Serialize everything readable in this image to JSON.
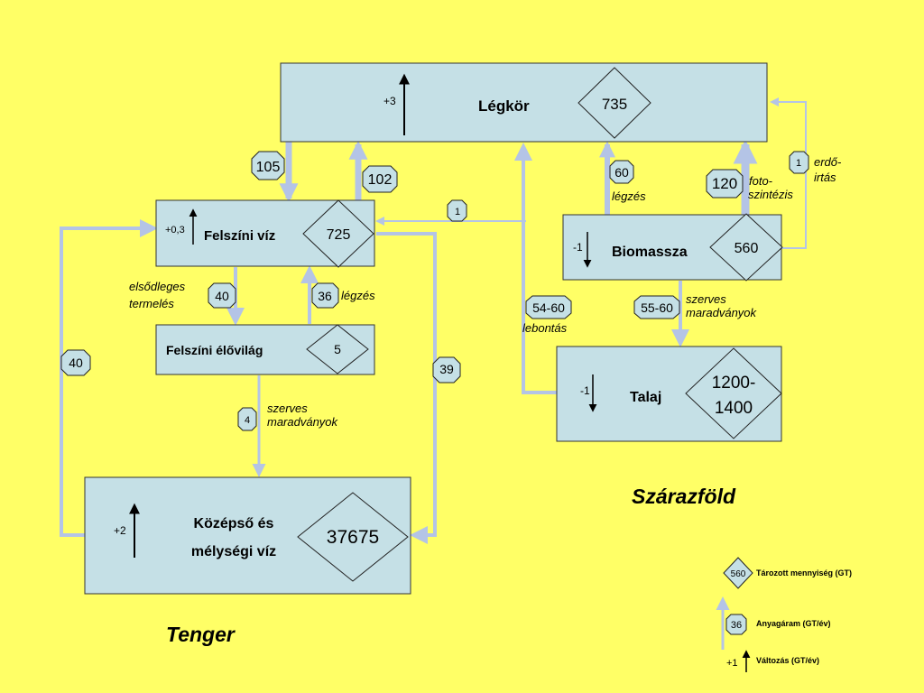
{
  "colors": {
    "background": "#ffff66",
    "box": "#c5e0e6",
    "flow": "#b4c4e6"
  },
  "boxes": {
    "atmosphere": {
      "label": "Légkör",
      "stock": "735",
      "change": "+3"
    },
    "surface_water": {
      "label": "Felszíni víz",
      "stock": "725",
      "change": "+0,3"
    },
    "surface_biota": {
      "label": "Felszíni élővilág",
      "stock": "5"
    },
    "deep_water": {
      "label_line1": "Középső és",
      "label_line2": "mélységi víz",
      "stock": "37675",
      "change": "+2"
    },
    "biomass": {
      "label": "Biomassza",
      "stock": "560",
      "change": "-1"
    },
    "soil": {
      "label": "Talaj",
      "stock_line1": "1200-",
      "stock_line2": "1400",
      "change": "-1"
    }
  },
  "flows": {
    "sw_to_atm": "105",
    "atm_to_sw": "102",
    "deforestation_to_sw": "1",
    "bio_resp": {
      "value": "60",
      "label": "légzés"
    },
    "photosynthesis": {
      "value": "120",
      "label_line1": "foto-",
      "label_line2": "szintézis"
    },
    "deforestation": {
      "value": "1",
      "label_line1": "erdő-",
      "label_line2": "irtás"
    },
    "primary_production": {
      "value": "40",
      "label_line1": "elsődleges",
      "label_line2": "termelés"
    },
    "biota_resp": {
      "value": "36",
      "label": "légzés"
    },
    "decomposition": {
      "value": "54-60",
      "label": "lebontás"
    },
    "litter_land": {
      "value": "55-60",
      "label_line1": "szerves",
      "label_line2": "maradványok"
    },
    "litter_sea": {
      "value": "4",
      "label_line1": "szerves",
      "label_line2": "maradványok"
    },
    "upwelling": "40",
    "downwelling": "39"
  },
  "regions": {
    "land": "Szárazföld",
    "sea": "Tenger"
  },
  "legend": {
    "stock": {
      "sample": "560",
      "label": "Tározott mennyiség (GT)"
    },
    "flow": {
      "sample": "36",
      "label": "Anyagáram (GT/év)"
    },
    "change": {
      "sample": "+1",
      "label": "Változás (GT/év)"
    }
  }
}
